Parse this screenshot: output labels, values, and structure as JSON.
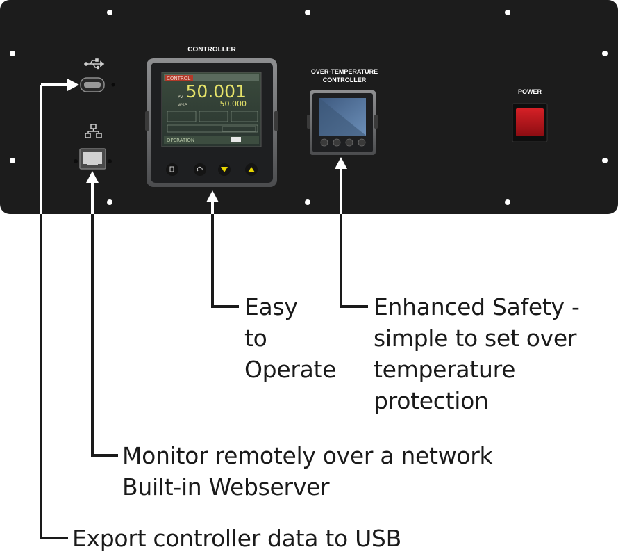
{
  "panel": {
    "controller_label": "CONTROLLER",
    "otc_label_line1": "OVER-TEMPERATURE",
    "otc_label_line2": "CONTROLLER",
    "power_label": "POWER"
  },
  "controller_display": {
    "header_tag": "CONTROL",
    "pv_label": "PV",
    "process_value": "50.001",
    "sp_label": "WSP",
    "setpoint_value": "50.000",
    "status_text": "OPERATION"
  },
  "callouts": {
    "easy": [
      "Easy",
      "to",
      "Operate"
    ],
    "safety": [
      "Enhanced Safety -",
      "simple to set over",
      "temperature",
      "protection"
    ],
    "network": [
      "Monitor remotely over a network",
      "Built-in Webserver"
    ],
    "usb": [
      "Export controller data to USB"
    ]
  },
  "icons": {
    "usb": "usb-icon",
    "network": "network-icon"
  },
  "colors": {
    "panel": "#1c1c1c",
    "display_value": "#e6e36a",
    "power_switch": "#c0151b",
    "arrow": "#ffffff",
    "text": "#1a1a1a"
  }
}
